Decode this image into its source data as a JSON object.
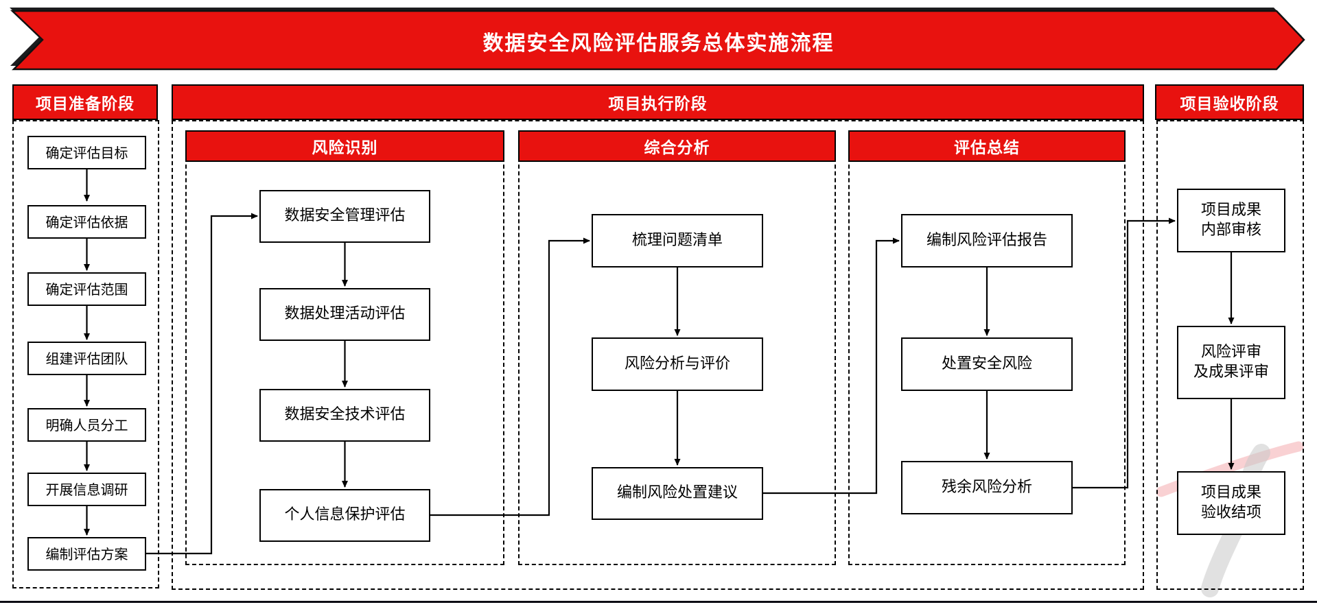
{
  "banner": {
    "title": "数据安全风险评估服务总体实施流程"
  },
  "colors": {
    "accent_red": "#e8120f",
    "line_black": "#000000",
    "watermark_pink": "#f4abaf",
    "watermark_gray": "#c9c9c9"
  },
  "phases": {
    "prep": {
      "title": "项目准备阶段",
      "steps": [
        "确定评估目标",
        "确定评估依据",
        "确定评估范围",
        "组建评估团队",
        "明确人员分工",
        "开展信息调研",
        "编制评估方案"
      ]
    },
    "exec": {
      "title": "项目执行阶段",
      "groups": [
        {
          "title": "风险识别",
          "steps": [
            "数据安全管理评估",
            "数据处理活动评估",
            "数据安全技术评估",
            "个人信息保护评估"
          ]
        },
        {
          "title": "综合分析",
          "steps": [
            "梳理问题清单",
            "风险分析与评价",
            "编制风险处置建议"
          ]
        },
        {
          "title": "评估总结",
          "steps": [
            "编制风险评估报告",
            "处置安全风险",
            "残余风险分析"
          ]
        }
      ]
    },
    "accept": {
      "title": "项目验收阶段",
      "steps": [
        {
          "line1": "项目成果",
          "line2": "内部审核"
        },
        {
          "line1": "风险评审",
          "line2": "及成果评审"
        },
        {
          "line1": "项目成果",
          "line2": "验收结项"
        }
      ]
    }
  }
}
